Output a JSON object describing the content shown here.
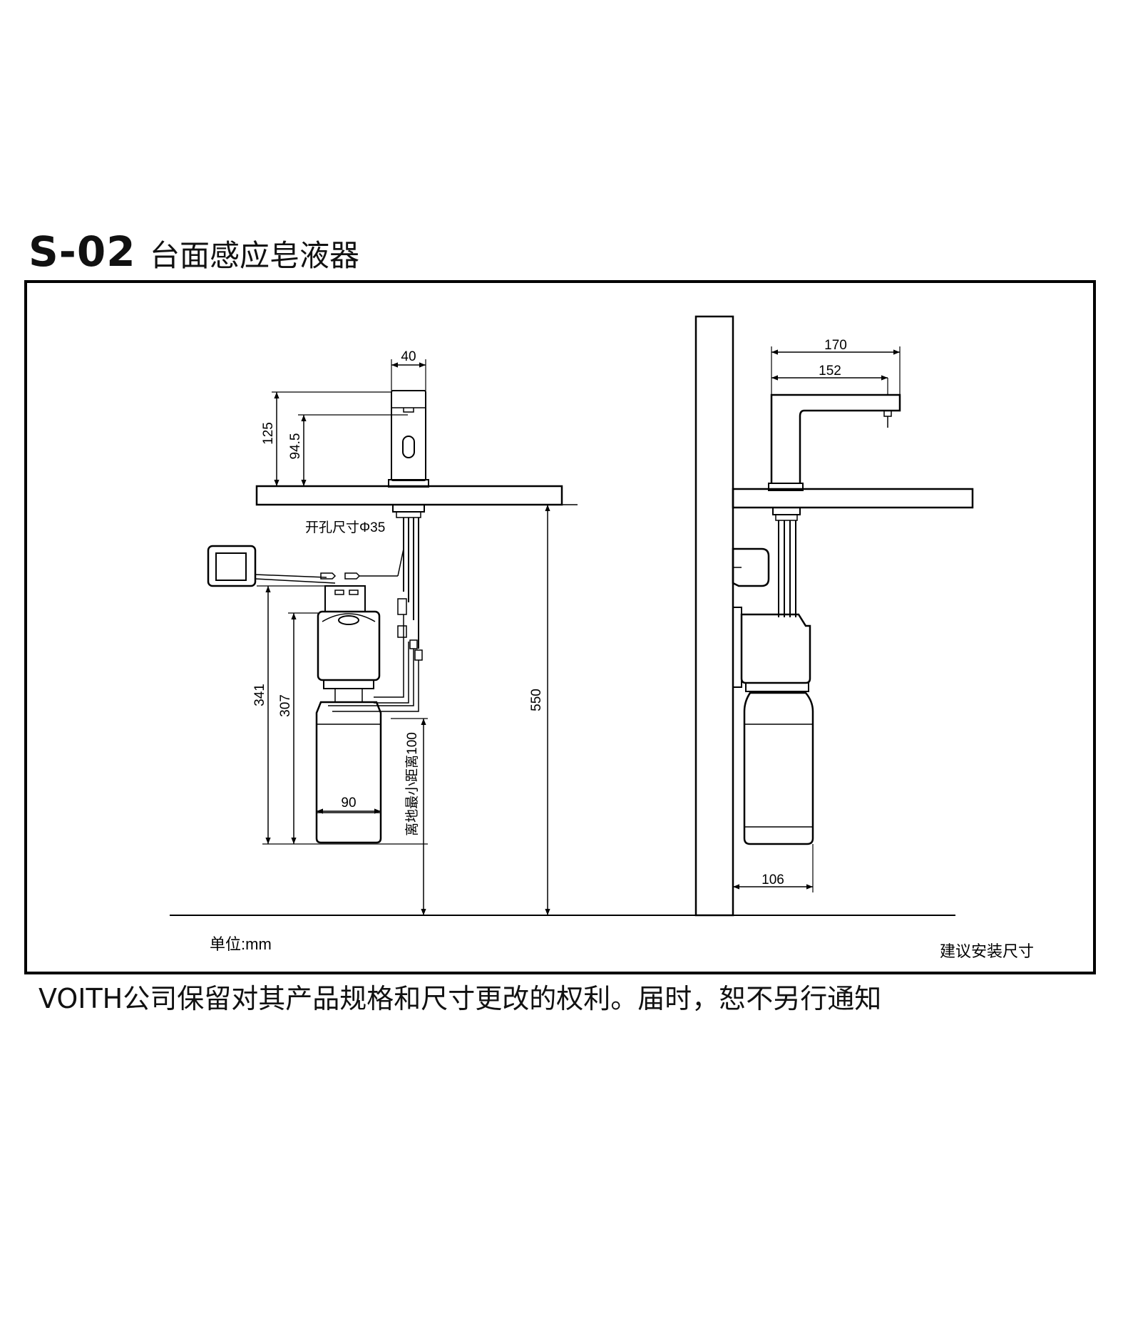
{
  "title": {
    "code": "S-02",
    "name": "台面感应皂液器"
  },
  "dimensions": {
    "spout_width": "40",
    "spout_height": "125",
    "outlet_height": "94.5",
    "hole_size": "开孔尺寸Φ35",
    "box_height": "341",
    "bottle_height": "307",
    "bottle_width": "90",
    "counter_height": "550",
    "min_floor_distance": "离地最小距离100",
    "reach_total": "170",
    "reach_outlet": "152",
    "wall_offset": "106"
  },
  "labels": {
    "unit": "单位:mm",
    "recommended": "建议安装尺寸"
  },
  "footer": {
    "disclaimer": "VOITH公司保留对其产品规格和尺寸更改的权利。届时，恕不另行通知"
  }
}
